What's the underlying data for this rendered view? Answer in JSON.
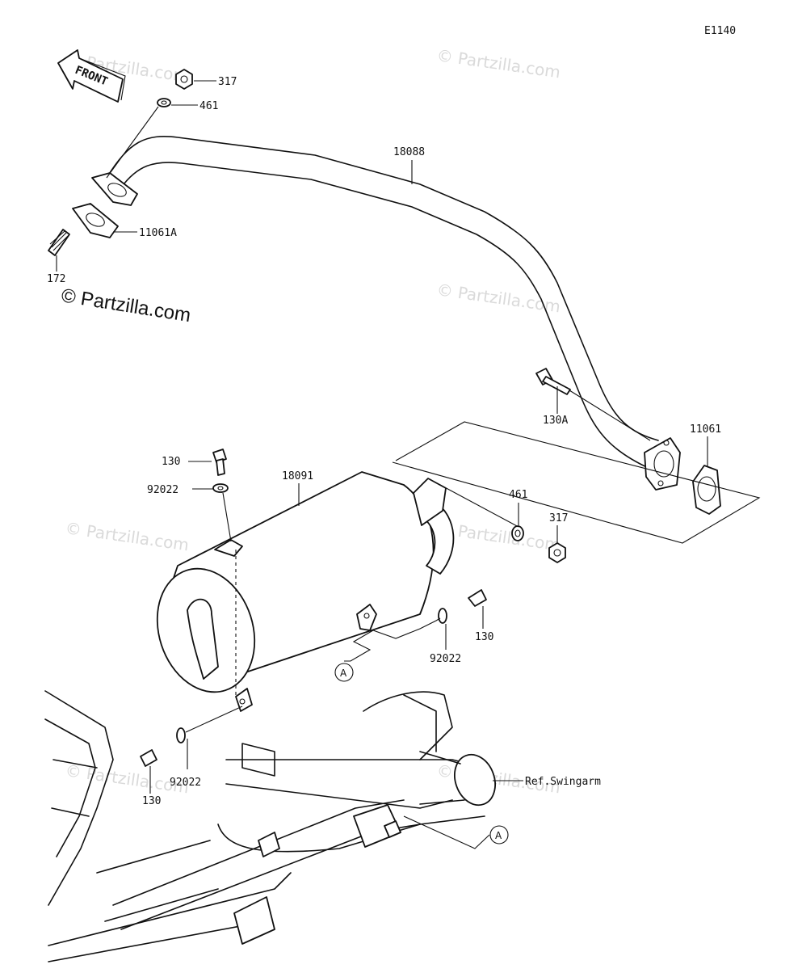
{
  "diagram_code": "E1140",
  "front_label": "FRONT",
  "watermark": "© Partzilla.com",
  "copyright": "© Partzilla.com",
  "labels": {
    "p317_top": "317",
    "p461_top": "461",
    "p18088": "18088",
    "p11061A": "11061A",
    "p172": "172",
    "p130A": "130A",
    "p11061": "11061",
    "p130_upper": "130",
    "p92022_upper": "92022",
    "p18091": "18091",
    "p461_right": "461",
    "p317_right": "317",
    "p130_right": "130",
    "p92022_right": "92022",
    "p130_lower": "130",
    "p92022_lower": "92022",
    "ref_swingarm": "Ref.Swingarm",
    "ref_a_upper": "A",
    "ref_a_lower": "A"
  }
}
